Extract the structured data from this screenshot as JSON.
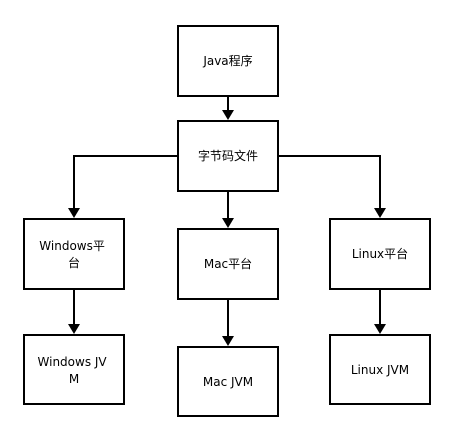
{
  "nodes": {
    "java_program": {
      "label": [
        "Java程序"
      ]
    },
    "bytecode": {
      "label": [
        "字节码文件"
      ]
    },
    "windows_platform": {
      "label": [
        "Windows平",
        "台"
      ]
    },
    "mac_platform": {
      "label": [
        "Mac平台"
      ]
    },
    "linux_platform": {
      "label": [
        "Linux平台"
      ]
    },
    "windows_jvm": {
      "label": [
        "Windows JV",
        "M"
      ]
    },
    "mac_jvm": {
      "label": [
        "Mac JVM"
      ]
    },
    "linux_jvm": {
      "label": [
        "Linux JVM"
      ]
    }
  },
  "edges": [
    {
      "from": "java_program",
      "to": "bytecode"
    },
    {
      "from": "bytecode",
      "to": "windows_platform"
    },
    {
      "from": "bytecode",
      "to": "mac_platform"
    },
    {
      "from": "bytecode",
      "to": "linux_platform"
    },
    {
      "from": "windows_platform",
      "to": "windows_jvm"
    },
    {
      "from": "mac_platform",
      "to": "mac_jvm"
    },
    {
      "from": "linux_platform",
      "to": "linux_jvm"
    }
  ]
}
